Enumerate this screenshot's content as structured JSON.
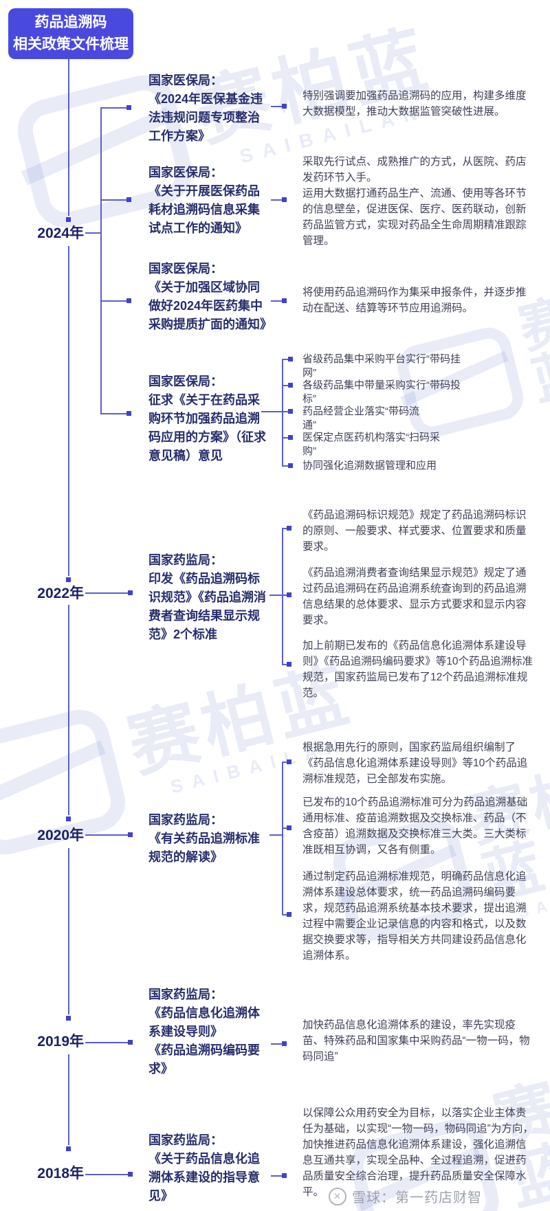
{
  "badge": {
    "line1": "药品追溯码",
    "line2": "相关政策文件梳理"
  },
  "watermark": {
    "brand": "赛柏蓝",
    "latin": "SAIBAILAN"
  },
  "credit": {
    "source": "雪球：第一药店财智"
  },
  "colors": {
    "badge_bg": "#4a49df",
    "line": "#5a5ecb",
    "marker": "#4140cf",
    "year_text": "#1d2168",
    "title_text": "#272e6d",
    "desc_text": "#3f4156",
    "watermark": "#5a6ac4",
    "credit_text": "#9ea1b0"
  },
  "sections": [
    {
      "year": "2024年",
      "items": [
        {
          "agency": "国家医保局：",
          "title": "《2024年医保基金违法违规问题专项整治工作方案》",
          "desc": "特别强调要加强药品追溯码的应用，构建多维度大数据模型，推动大数据监管突破性进展。"
        },
        {
          "agency": "国家医保局：",
          "title": "《关于开展医保药品耗材追溯码信息采集试点工作的通知》",
          "desc": "采取先行试点、成熟推广的方式，从医院、药店发药环节入手。\n运用大数据打通药品生产、流通、使用等各环节的信息壁垒，促进医保、医疗、医药联动，创新药品监管方式，实现对药品全生命周期精准跟踪管理。"
        },
        {
          "agency": "国家医保局：",
          "title": "《关于加强区域协同做好2024年医药集中采购提质扩面的通知》",
          "desc": "将使用药品追溯码作为集采申报条件，并逐步推动在配送、结算等环节应用追溯码。"
        },
        {
          "agency": "国家医保局：",
          "title": "征求《关于在药品采购环节加强药品追溯码应用的方案》（征求意见稿）意见",
          "points": [
            "省级药品集中采购平台实行“带码挂\n网”",
            "各级药品集中带量采购实行“带码投\n标”",
            "药品经营企业落实“带码流\n通”",
            "医保定点医药机构落实“扫码采\n购”",
            "协同强化追溯数据管理和应用"
          ]
        }
      ]
    },
    {
      "year": "2022年",
      "agency": "国家药监局：",
      "title": "印发《药品追溯码标识规范》《药品追溯消费者查询结果显示规范》2个标准",
      "descs": [
        "《药品追溯码标识规范》规定了药品追溯码标识的原则、一般要求、样式要求、位置要求和质量要求。",
        "《药品追溯消费者查询结果显示规范》规定了通过药品追溯码在药品追溯系统查询到的药品追溯信息结果的总体要求、显示方式要求和显示内容要求。",
        "加上前期已发布的《药品信息化追溯体系建设导则》《药品追溯码编码要求》等10个药品追溯标准规范，国家药监局已发布了12个药品追溯标准规范。"
      ]
    },
    {
      "year": "2020年",
      "agency": "国家药监局：",
      "title": "《有关药品追溯标准规范的解读》",
      "descs": [
        "根据急用先行的原则，国家药监局组织编制了《药品信息化追溯体系建设导则》等10个药品追溯标准规范，已全部发布实施。",
        "已发布的10个药品追溯标准可分为药品追溯基础通用标准、疫苗追溯数据及交换标准、药品（不含疫苗）追溯数据及交换标准三大类。三大类标准既相互协调，又各有侧重。",
        "通过制定药品追溯标准规范，明确药品信息化追溯体系建设总体要求，统一药品追溯码编码要求，规范药品追溯系统基本技术要求，提出追溯过程中需要企业记录信息的内容和格式，以及数据交换要求等，指导相关方共同建设药品信息化追溯体系。"
      ]
    },
    {
      "year": "2019年",
      "agency": "国家药监局：",
      "title": "《药品信息化追溯体系建设导则》\n《药品追溯码编码要求》",
      "desc": "加快药品信息化追溯体系的建设，率先实现疫苗、特殊药品和国家集中采购药品“一物一码，物码同追”"
    },
    {
      "year": "2018年",
      "agency": "国家药监局：",
      "title": "《关于药品信息化追溯体系建设的指导意见》",
      "desc": "以保障公众用药安全为目标，以落实企业主体责任为基础，以实现“一物一码，物码同追”为方向，加快推进药品信息化追溯体系建设，强化追溯信息互通共享，实现全品种、全过程追溯，促进药品质量安全综合治理，提升药品质量安全保障水平。"
    }
  ]
}
